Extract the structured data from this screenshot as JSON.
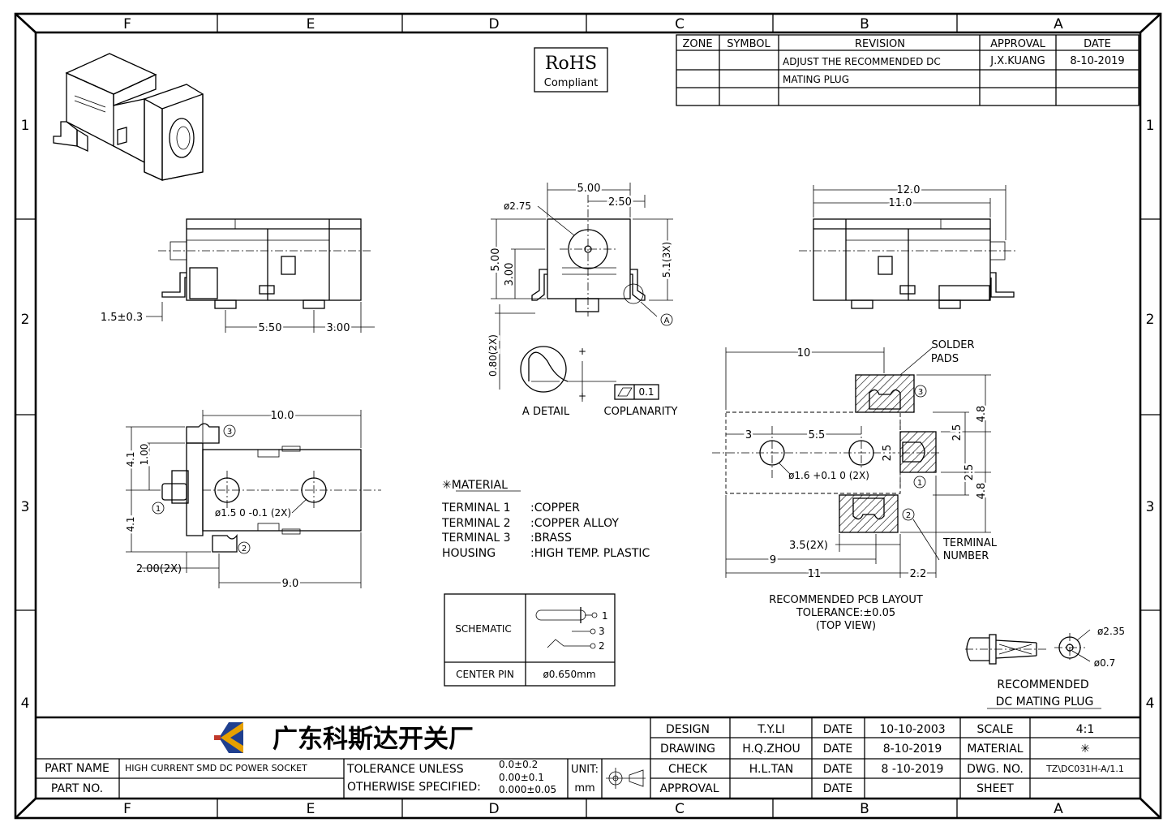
{
  "zones": {
    "columns": [
      "F",
      "E",
      "D",
      "C",
      "B",
      "A"
    ],
    "rows": [
      "1",
      "2",
      "3",
      "4"
    ]
  },
  "rohs": {
    "line1": "RoHS",
    "line2": "Compliant"
  },
  "revision_table": {
    "headers": [
      "ZONE",
      "SYMBOL",
      "REVISION",
      "APPROVAL",
      "DATE"
    ],
    "row1": {
      "revision": "ADJUST THE RECOMMENDED DC",
      "approval": "J.X.KUANG",
      "date": "8-10-2019"
    },
    "row2": {
      "revision": "MATING PLUG"
    }
  },
  "side_view_left": {
    "dim_a": "1.5±0.3",
    "dim_b": "5.50",
    "dim_c": "3.00"
  },
  "front_view": {
    "dim_width": "5.00",
    "dim_half": "2.50",
    "dia": "ø2.75",
    "dim_height": "5.00",
    "dim_center": "3.00",
    "dim_right": "5.1(3X)",
    "dim_lead": "0.80(2X)",
    "detail_ref": "A"
  },
  "detail": {
    "label": "A DETAIL",
    "coplanarity_label": "COPLANARITY",
    "tol": "0.1"
  },
  "side_view_right": {
    "dim_total": "12.0",
    "dim_body": "11.0"
  },
  "top_view": {
    "dim_top": "10.0",
    "dim_a": "4.1",
    "dim_b": "1.00",
    "dim_c": "4.1",
    "dim_d": "2.00(2X)",
    "dim_e": "9.0",
    "hole": "ø1.5 0 -0.1 (2X)",
    "t1": "1",
    "t2": "2",
    "t3": "3"
  },
  "material": {
    "title": "✳MATERIAL",
    "rows": [
      {
        "name": "TERMINAL 1",
        "value": ":COPPER"
      },
      {
        "name": "TERMINAL 2",
        "value": ":COPPER ALLOY"
      },
      {
        "name": "TERMINAL 3",
        "value": ":BRASS"
      },
      {
        "name": "HOUSING",
        "value": ":HIGH TEMP. PLASTIC"
      }
    ]
  },
  "schematic_table": {
    "schematic_label": "SCHEMATIC",
    "pins": [
      "1",
      "3",
      "2"
    ],
    "center_pin_label": "CENTER PIN",
    "center_pin_value": "ø0.650mm"
  },
  "pcb": {
    "dim_10": "10",
    "solder_pads": "SOLDER",
    "pads": "PADS",
    "dim_4_8a": "4.8",
    "dim_2_5a": "2.5",
    "dim_2_5b": "2.5",
    "dim_2_5c": "2.5",
    "dim_4_8b": "4.8",
    "dim_3": "3",
    "dim_5_5": "5.5",
    "hole": "ø1.6 +0.1 0 (2X)",
    "dim_3_5": "3.5(2X)",
    "dim_9": "9",
    "dim_11": "11",
    "dim_2_2": "2.2",
    "terminal_number_1": "TERMINAL",
    "terminal_number_2": "NUMBER",
    "caption1": "RECOMMENDED PCB LAYOUT",
    "caption2": "TOLERANCE:±0.05",
    "caption3": "(TOP VIEW)",
    "t1": "1",
    "t2": "2",
    "t3": "3"
  },
  "mating_plug": {
    "dia_outer": "ø2.35",
    "dia_inner": "ø0.7",
    "caption1": "RECOMMENDED",
    "caption2": "DC MATING PLUG"
  },
  "title_block": {
    "company": "广东科斯达开关厂",
    "part_name_label": "PART NAME",
    "part_name": "HIGH CURRENT SMD DC POWER SOCKET",
    "part_no_label": "PART NO.",
    "tol_line1": "TOLERANCE UNLESS",
    "tol_line2": "OTHERWISE SPECIFIED:",
    "tol_v1": "0.0±0.2",
    "tol_v2": "0.00±0.1",
    "tol_v3": "0.000±0.05",
    "unit_label": "UNIT:",
    "unit": "mm",
    "design_label": "DESIGN",
    "design": "T.Y.LI",
    "drawing_label": "DRAWING",
    "drawing": "H.Q.ZHOU",
    "check_label": "CHECK",
    "check": "H.L.TAN",
    "approval_label": "APPROVAL",
    "date_label": "DATE",
    "date_design": "10-10-2003",
    "date_drawing": "8-10-2019",
    "date_check": "8 -10-2019",
    "scale_label": "SCALE",
    "scale": "4:1",
    "material_label": "MATERIAL",
    "material": "✳",
    "dwg_no_label": "DWG. NO.",
    "dwg_no": "TZ\\DC031H-A/1.1",
    "sheet_label": "SHEET"
  }
}
